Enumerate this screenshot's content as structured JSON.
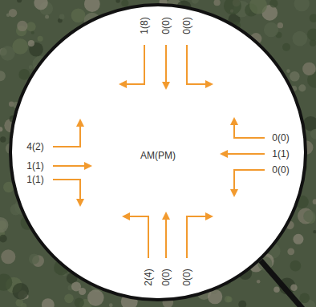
{
  "diagram": {
    "labels": [
      "1(8)",
      "0(0)",
      "0(0)",
      "4(2)",
      "1(1)",
      "1(1)",
      "0(0)",
      "1(1)",
      "0(0)",
      "2(4)",
      "0(0)",
      "0(0)",
      "AM(PM)"
    ]
  }
}
